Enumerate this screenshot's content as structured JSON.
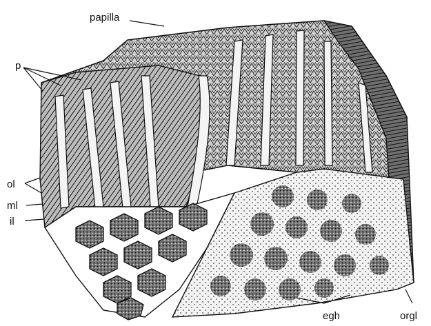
{
  "figure": {
    "labels": {
      "papilla": "papilla",
      "p": "p",
      "ol": "ol",
      "ml": "ml",
      "il": "il",
      "egh": "egh",
      "orgl": "orgl"
    },
    "colors": {
      "ink": "#1a1a1a",
      "paper": "#ffffff",
      "shade": "#8a8a8a"
    }
  }
}
